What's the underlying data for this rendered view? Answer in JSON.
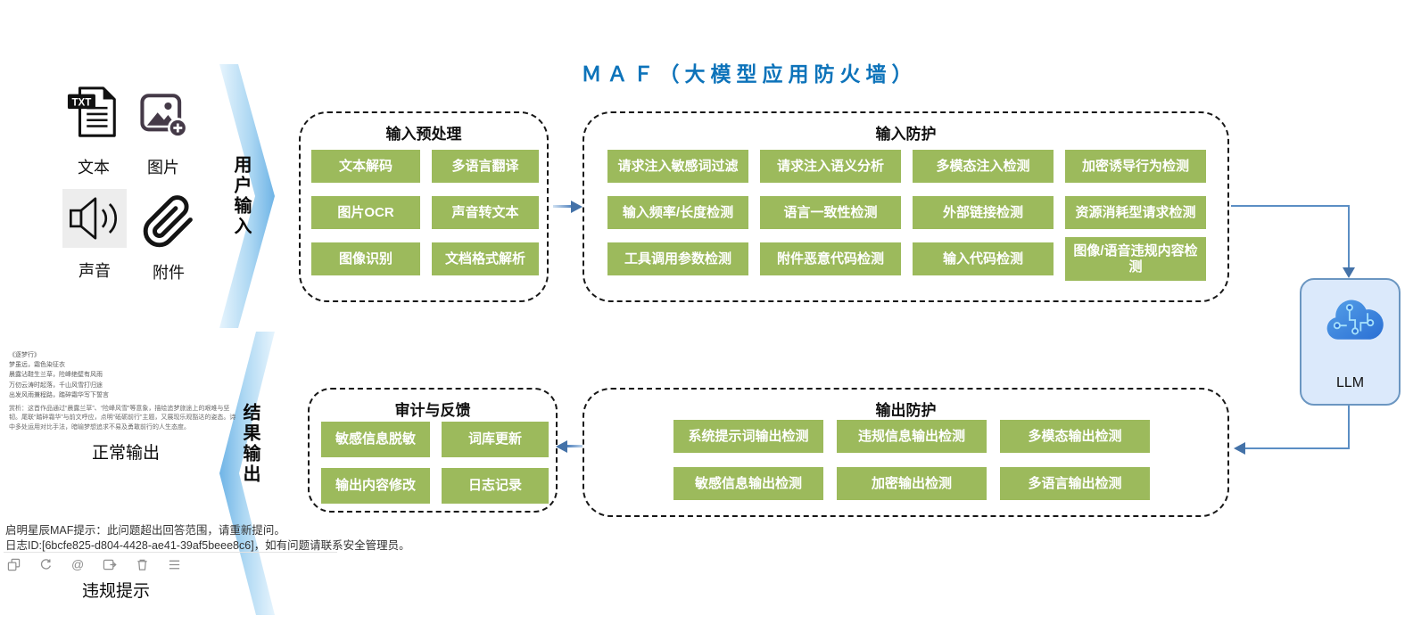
{
  "title": "ＭＡＦ（大模型应用防火墙）",
  "colors": {
    "title_blue": "#0d73ba",
    "pill_green": "#9cba5c",
    "connector_blue": "#4f81bd",
    "llm_fill": "#dbe9fb",
    "llm_border": "#6b96c1"
  },
  "input_icons": {
    "items": [
      {
        "icon": "txt-document-icon",
        "label": "文本"
      },
      {
        "icon": "image-add-icon",
        "label": "图片"
      },
      {
        "icon": "speaker-icon",
        "label": "声音"
      },
      {
        "icon": "paperclip-icon",
        "label": "附件"
      }
    ],
    "txt_badge": "TXT"
  },
  "flows": {
    "user_input": "用户输入",
    "result_output": "结果输出"
  },
  "modules": {
    "preprocess": {
      "title": "输入预处理",
      "items": [
        "文本解码",
        "多语言翻译",
        "图片OCR",
        "声音转文本",
        "图像识别",
        "文档格式解析"
      ]
    },
    "input_guard": {
      "title": "输入防护",
      "items": [
        "请求注入敏感词过滤",
        "请求注入语义分析",
        "多模态注入检测",
        "加密诱导行为检测",
        "输入频率/长度检测",
        "语言一致性检测",
        "外部链接检测",
        "资源消耗型请求检测",
        "工具调用参数检测",
        "附件恶意代码检测",
        "输入代码检测",
        "图像/语音违规内容检测"
      ]
    },
    "audit": {
      "title": "审计与反馈",
      "items": [
        "敏感信息脱敏",
        "词库更新",
        "输出内容修改",
        "日志记录"
      ]
    },
    "output_guard": {
      "title": "输出防护",
      "items": [
        "系统提示词输出检测",
        "违规信息输出检测",
        "多模态输出检测",
        "敏感信息输出检测",
        "加密输出检测",
        "多语言输出检测"
      ]
    }
  },
  "llm": {
    "label": "LLM"
  },
  "normal_output": {
    "poem_title": "《逐梦行》",
    "poem_lines": [
      "梦虽远，霜色染征衣",
      "晨露沾鞋生兰草，险峰绝壁有风雨",
      "万仞云涛时起落，千山风雪打归途",
      "出发风雨兼程路，踏碎霜华写下誓言"
    ],
    "analysis": "赏析：这首作品通过“晨露兰草”、“险峰风雪”等意象，描绘追梦旅途上的艰难与坚韧。尾联“踏碎霜华”与前文呼应，点明“砥砺前行”主题，又展现乐观豁达的姿态。诗中多处运用对比手法，暗喻梦想追求不易及勇敢前行的人生态度。",
    "label": "正常输出"
  },
  "violation": {
    "line1": "启明星辰MAF提示：此问题超出回答范围，请重新提问。",
    "line2": "日志ID:[6bcfe825-d804-4428-ae41-39af5beee8c6]，如有问题请联系安全管理员。",
    "label": "违规提示",
    "at_symbol": "@",
    "icons": [
      "copy-icon",
      "refresh-icon",
      "at-icon",
      "export-icon",
      "delete-icon",
      "menu-icon"
    ]
  }
}
